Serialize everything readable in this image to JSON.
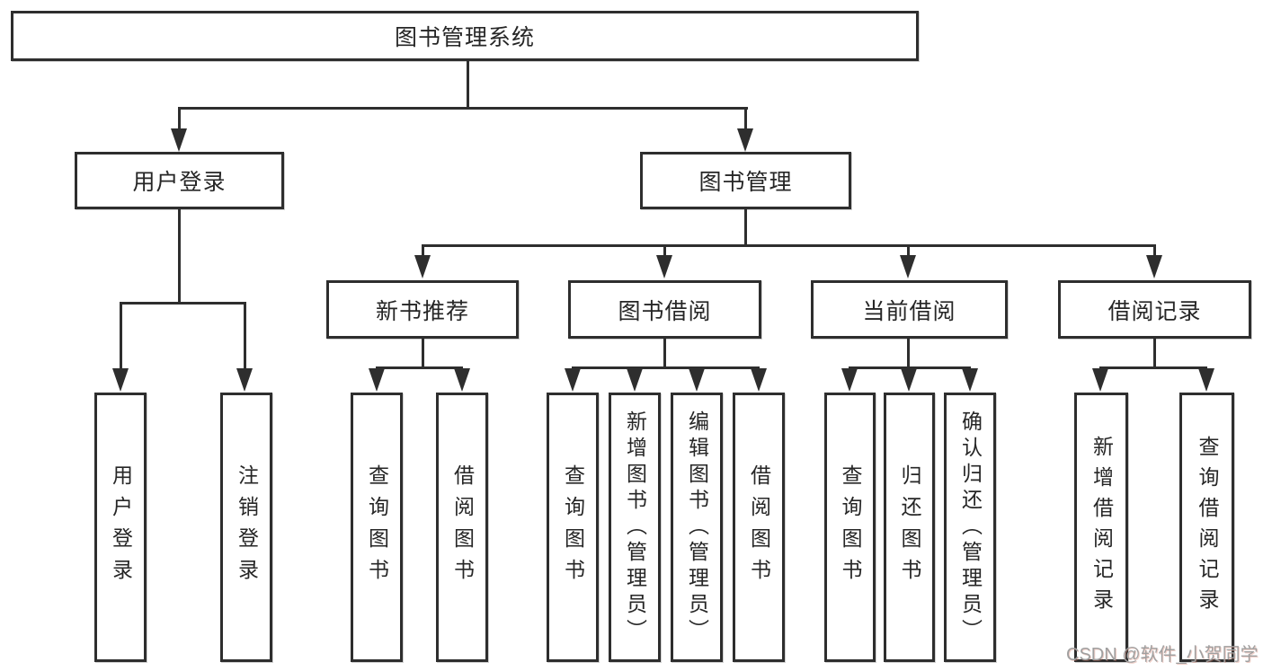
{
  "diagram": {
    "title_node": {
      "label": "图书管理系统"
    },
    "level1": [
      {
        "id": "user-login",
        "label": "用户登录"
      },
      {
        "id": "book-management",
        "label": "图书管理"
      }
    ],
    "level2": [
      {
        "id": "new-book-recommend",
        "label": "新书推荐"
      },
      {
        "id": "book-borrow",
        "label": "图书借阅"
      },
      {
        "id": "current-borrow",
        "label": "当前借阅"
      },
      {
        "id": "borrow-record",
        "label": "借阅记录"
      }
    ],
    "leaves": {
      "user_login": [
        "用户登录",
        "注销登录"
      ],
      "new_book_recommend": [
        "查询图书",
        "借阅图书"
      ],
      "book_borrow": [
        "查询图书",
        "新增图书（管理员）",
        "编辑图书（管理员）",
        "借阅图书"
      ],
      "current_borrow": [
        "查询图书",
        "归还图书",
        "确认归还（管理员）"
      ],
      "borrow_record": [
        "新增借阅记录",
        "查询借阅记录"
      ]
    }
  },
  "watermark": {
    "text": "CSDN @软件_小贺同学"
  },
  "colors": {
    "line": "#2e2e2e",
    "text": "#262626",
    "background": "#ffffff",
    "watermark": "#a0a0a0"
  }
}
